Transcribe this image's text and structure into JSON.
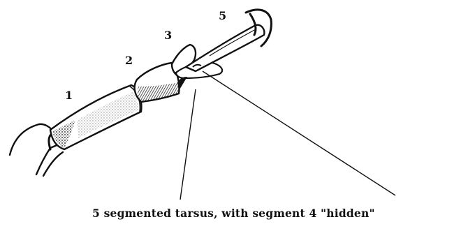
{
  "figure": {
    "segment_labels": [
      "1",
      "2",
      "3",
      "5"
    ],
    "caption": "5 segmented tarsus, with segment 4 \"hidden\""
  },
  "colors": {
    "ink": "#111111",
    "background": "#ffffff"
  }
}
